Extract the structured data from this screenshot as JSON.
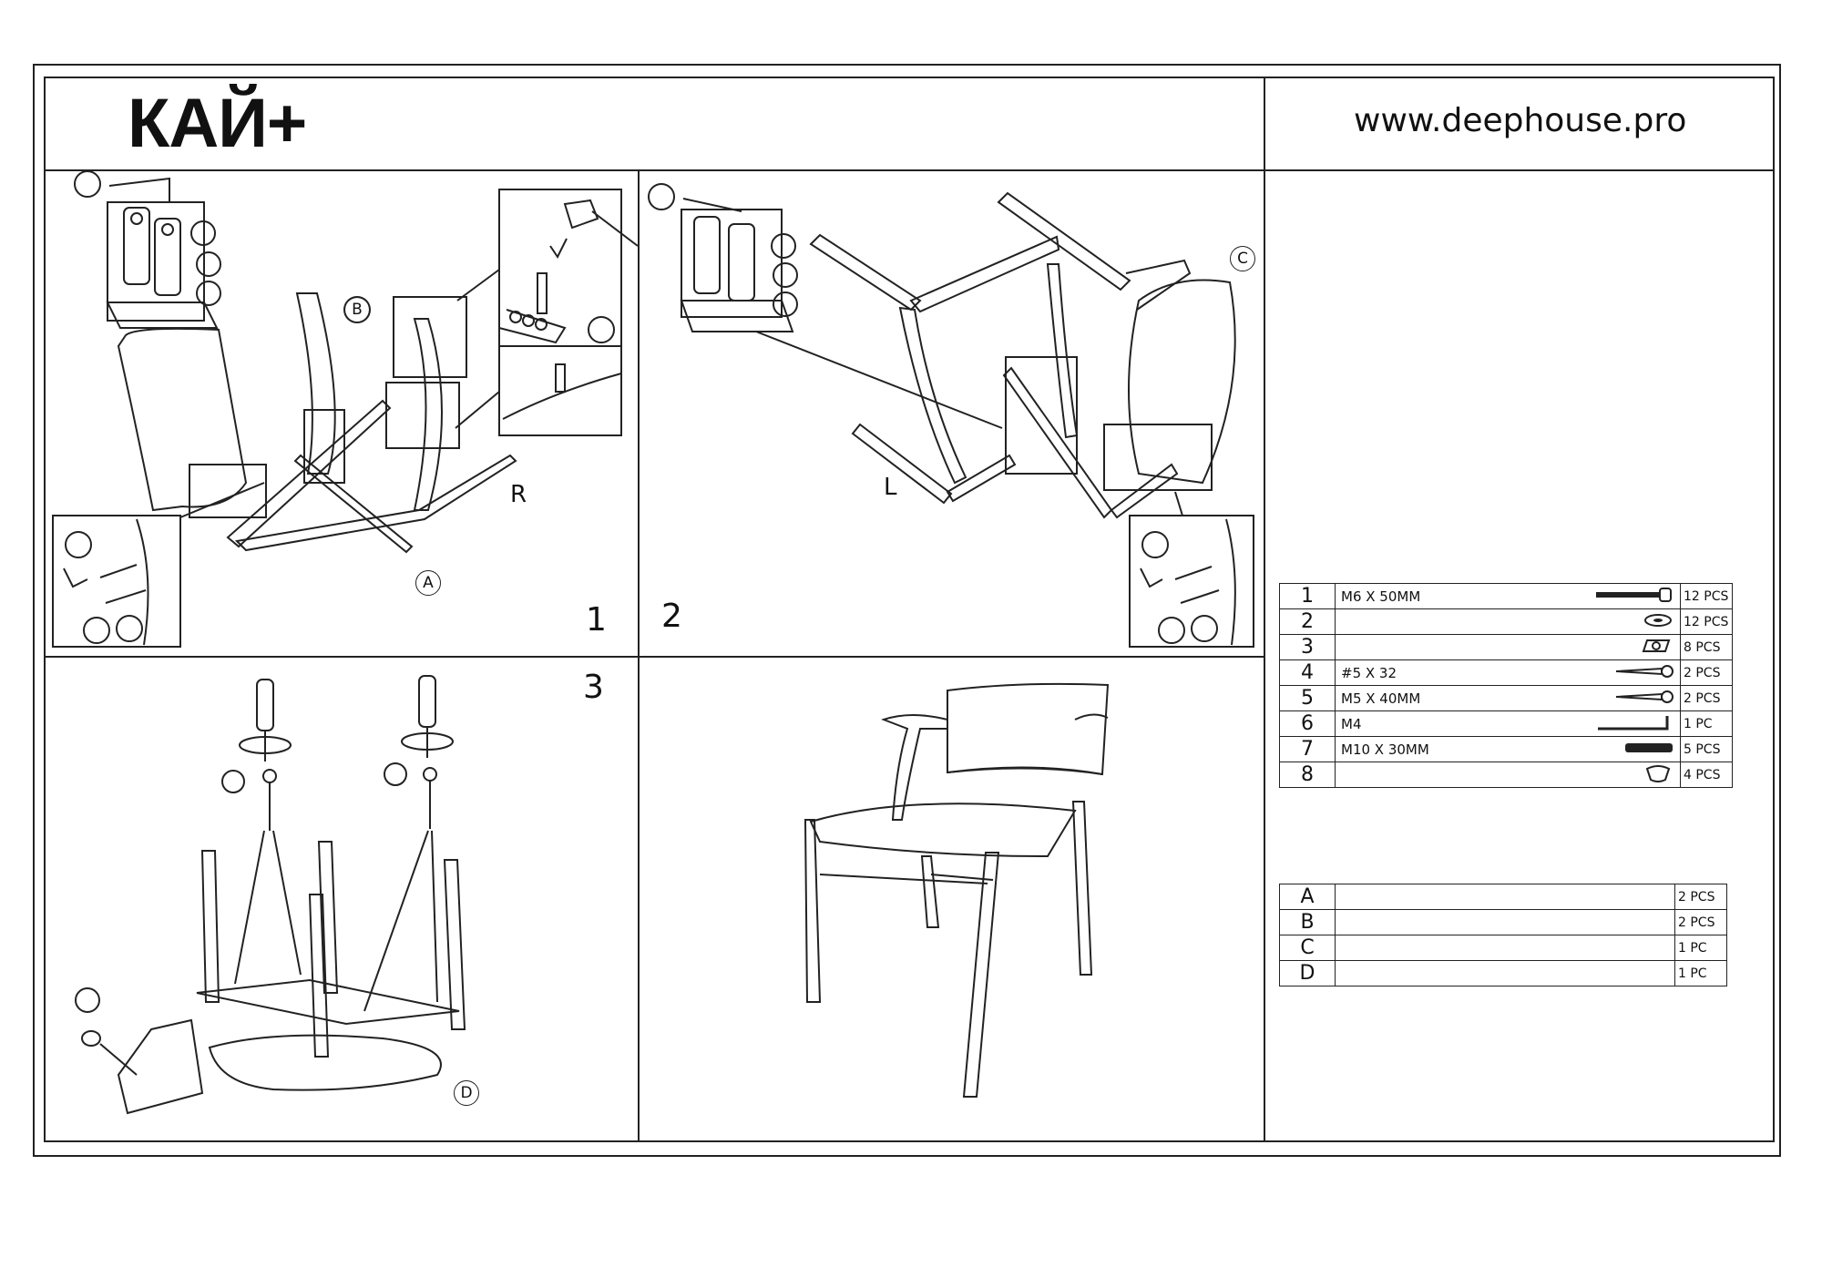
{
  "header": {
    "title": "КАЙ+",
    "url": "www.deephouse.pro"
  },
  "steps": {
    "step1": "1",
    "step2": "2",
    "step3": "3"
  },
  "labels": {
    "R": "R",
    "L": "L",
    "A": "A",
    "B": "B",
    "C": "C",
    "D": "D"
  },
  "hardware": [
    {
      "num": "1",
      "desc": "M6 X 50MM",
      "icon": "bolt-icon",
      "qty": "12 PCS"
    },
    {
      "num": "2",
      "desc": "",
      "icon": "washer-icon",
      "qty": "12 PCS"
    },
    {
      "num": "3",
      "desc": "",
      "icon": "nut-icon",
      "qty": "8 PCS"
    },
    {
      "num": "4",
      "desc": "#5 X 32",
      "icon": "screw-icon",
      "qty": "2 PCS"
    },
    {
      "num": "5",
      "desc": "M5 X 40MM",
      "icon": "screw-icon",
      "qty": "2 PCS"
    },
    {
      "num": "6",
      "desc": "M4",
      "icon": "allen-key-icon",
      "qty": "1 PC"
    },
    {
      "num": "7",
      "desc": "M10 X 30MM",
      "icon": "dowel-icon",
      "qty": "5 PCS"
    },
    {
      "num": "8",
      "desc": "",
      "icon": "foot-pad-icon",
      "qty": "4 PCS"
    }
  ],
  "components": [
    {
      "num": "A",
      "qty": "2 PCS"
    },
    {
      "num": "B",
      "qty": "2 PCS"
    },
    {
      "num": "C",
      "qty": "1 PC"
    },
    {
      "num": "D",
      "qty": "1 PC"
    }
  ]
}
